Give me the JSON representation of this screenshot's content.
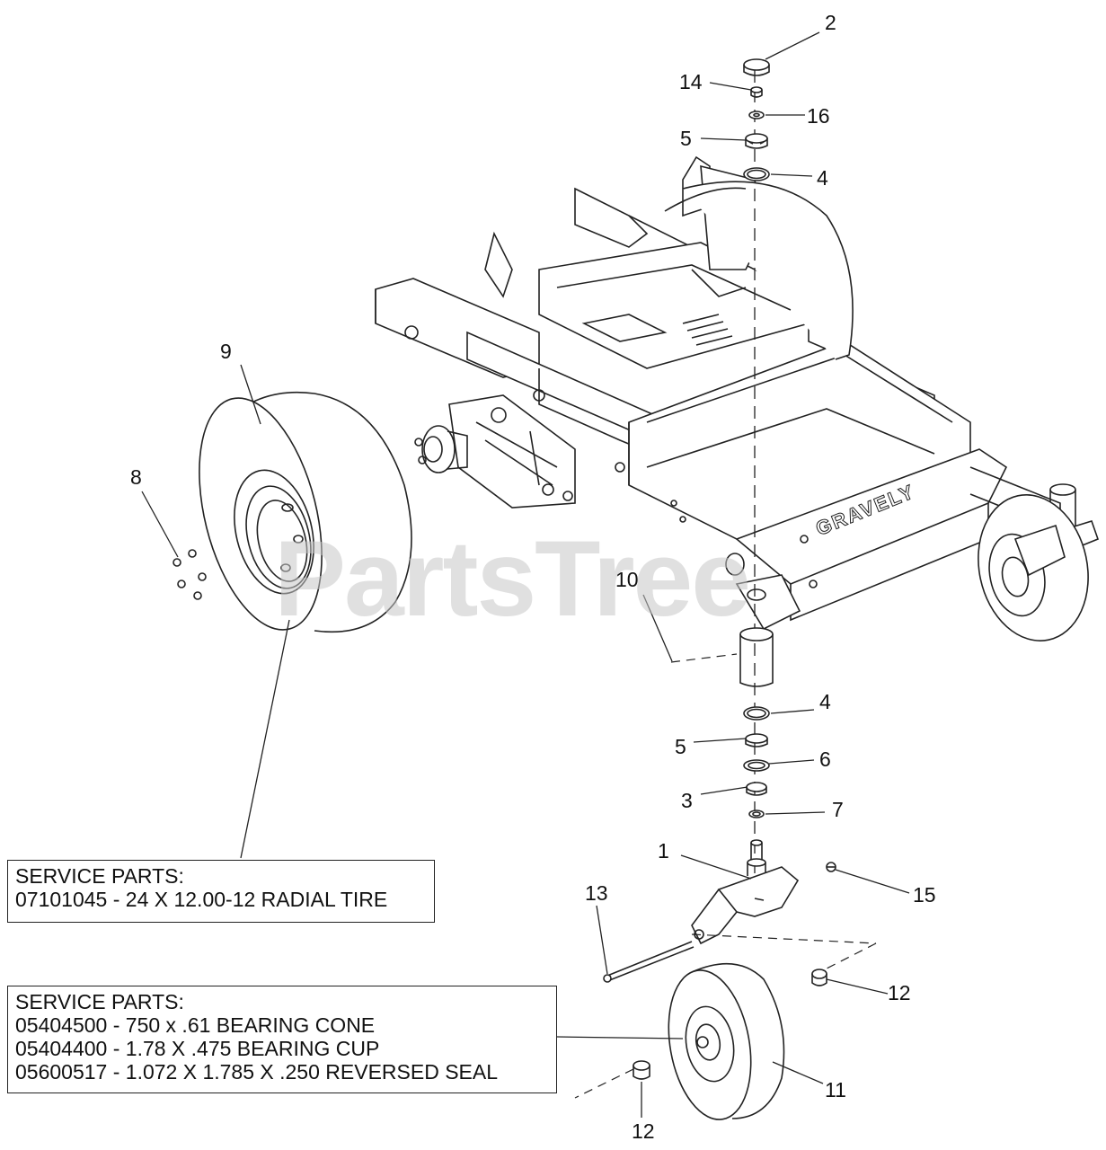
{
  "watermark": "PartsTree",
  "brand": "GRAVELY",
  "callouts": {
    "c1": "1",
    "c2": "2",
    "c3": "3",
    "c4a": "4",
    "c4b": "4",
    "c5a": "5",
    "c5b": "5",
    "c6": "6",
    "c7": "7",
    "c8": "8",
    "c9": "9",
    "c10": "10",
    "c11": "11",
    "c12a": "12",
    "c12b": "12",
    "c13": "13",
    "c14": "14",
    "c15": "15",
    "c16": "16"
  },
  "service_boxes": [
    {
      "lines": [
        "SERVICE PARTS:",
        "07101045 - 24 X 12.00-12 RADIAL TIRE"
      ]
    },
    {
      "lines": [
        "SERVICE PARTS:",
        "05404500 - 750 x .61 BEARING CONE",
        "05404400 - 1.78 X .475 BEARING CUP",
        "05600517 - 1.072 X 1.785 X .250 REVERSED SEAL"
      ]
    }
  ]
}
